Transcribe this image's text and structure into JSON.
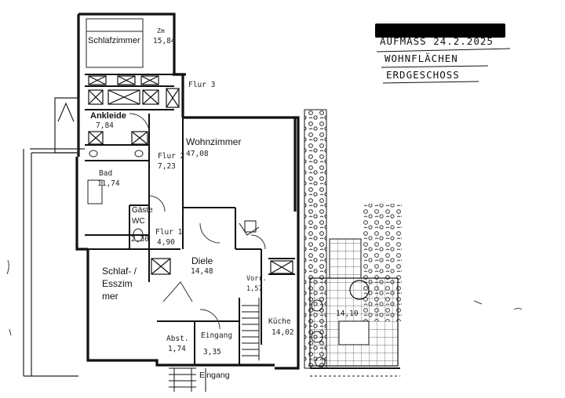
{
  "header": {
    "line1": "AUFMASS 24.2.2025",
    "line2": "WOHNFLÄCHEN",
    "line3": "ERDGESCHOSS"
  },
  "rooms": {
    "schlafzimmer": {
      "name": "Schlafzimmer",
      "area": "15,84",
      "prefix": "Zm"
    },
    "flur3": {
      "name": "Flur 3"
    },
    "ankleide": {
      "name": "Ankleide",
      "area": "7,84"
    },
    "wohnzimmer": {
      "name": "Wohnzimmer",
      "area": "47,08"
    },
    "flur2": {
      "name": "Flur 2",
      "area": "7,23"
    },
    "bad": {
      "name": "Bad",
      "area": "11,74"
    },
    "gaeste_wc_1": {
      "name": "Gäste"
    },
    "gaeste_wc_2": {
      "name": "WC",
      "area": "2,30"
    },
    "flur1": {
      "name": "Flur 1",
      "area": "4,90"
    },
    "diele": {
      "name": "Diele",
      "area": "14,48"
    },
    "schlaf_ess_1": {
      "name": "Schlaf- /"
    },
    "schlaf_ess_2": {
      "name": "Esszim"
    },
    "schlaf_ess_3": {
      "name": "mer"
    },
    "vorr": {
      "name": "Vorr.",
      "area": "1,57"
    },
    "kueche": {
      "name": "Küche",
      "area": "14,02"
    },
    "terrasse": {
      "area": "14,10"
    },
    "abst": {
      "name": "Abst.",
      "area": "1,74"
    },
    "eingang_inner": {
      "name": "Eingang",
      "area": "3,35"
    },
    "eingang_outer": {
      "name": "Eingang"
    }
  }
}
